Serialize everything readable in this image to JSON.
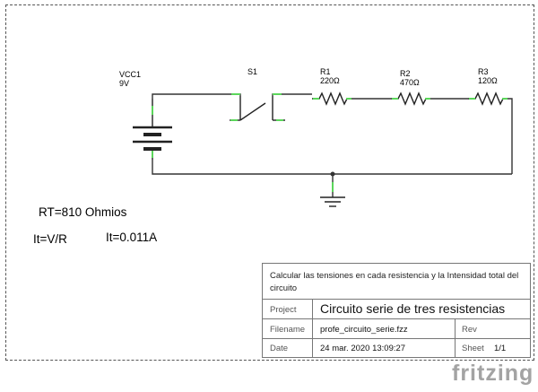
{
  "schematic": {
    "vcc": {
      "name": "VCC1",
      "value": "9V"
    },
    "switch": {
      "name": "S1"
    },
    "resistors": [
      {
        "name": "R1",
        "value": "220Ω"
      },
      {
        "name": "R2",
        "value": "470Ω"
      },
      {
        "name": "R3",
        "value": "120Ω"
      }
    ],
    "wire_color": "#333333",
    "pin_color": "#5bd65b"
  },
  "notes": {
    "rt": "RT=810 Ohmios",
    "formula": "It=V/R",
    "current": "It=0.011A"
  },
  "title_block": {
    "description": "Calcular las tensiones en cada resistencia y la Intensidad total del circuito",
    "project_label": "Project",
    "project_value": "Circuito serie de tres resistencias",
    "filename_label": "Filename",
    "filename_value": "profe_circuito_serie.fzz",
    "rev_label": "Rev",
    "date_label": "Date",
    "date_value": "24 mar. 2020 13:09:27",
    "sheet_label": "Sheet",
    "sheet_value": "1/1"
  },
  "logo": "fritzing"
}
